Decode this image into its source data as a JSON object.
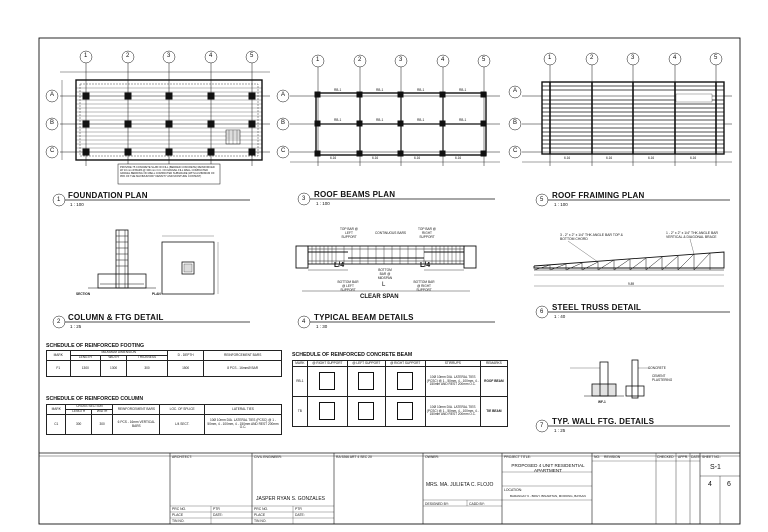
{
  "grid": {
    "cols": [
      "1",
      "2",
      "3",
      "4",
      "5"
    ],
    "rows": [
      "A",
      "B",
      "C"
    ]
  },
  "plans": {
    "foundation": {
      "num": "1",
      "title": "FOUNDATION PLAN",
      "scale": "1 : 100",
      "note": "PROVIDE 75 CONCRETE SLAB ON FILL (BEDDED CONCRETE) REINFORCED W/ 10 mm Ø BARS @ 300 mm O.C. ON GRAVEL FILL WELL COMPACTED GRAVEL BEDDING ON WELL COMPACTED SUBGRADE (WITH A MINIMUM OF 95% OF THE MAXIMUM DRY DENSITY AND MOISTURE CONTENT)"
    },
    "roof_beams": {
      "num": "3",
      "title": "ROOF BEAMS PLAN",
      "scale": "1 : 100"
    },
    "roof_framing": {
      "num": "5",
      "title": "ROOF FRAIMING PLAN",
      "scale": "1 : 100"
    },
    "column_ftg": {
      "num": "2",
      "title": "COLUMN & FTG DETAIL",
      "scale": "1 : 25",
      "section": "SECTION",
      "plan": "PLAN"
    },
    "beam_details": {
      "num": "4",
      "title": "TYPICAL BEAM DETAILS",
      "scale": "1 : 30",
      "clear_span": "CLEAR SPAN",
      "l4a": "L/4",
      "l4b": "L/4",
      "l": "L",
      "top_bar_a": "TOP BAR @ LEFT SUPPORT",
      "cont_bar": "CONTINUOUS BARS",
      "top_bar_b": "TOP BAR @ RIGHT SUPPORT",
      "bottom_bar": "BOTTOM BAR @ MIDSPAN",
      "bot_left": "BOTTOM BAR @ LEFT SUPPORT",
      "bot_right": "BOTTOM BAR @ RIGHT SUPPORT"
    },
    "truss": {
      "num": "6",
      "title": "STEEL TRUSS DETAIL",
      "scale": "1 : 40",
      "label_a": "3 - 2\" x 2\" x 1/4\" THK ANGLE BAR TOP & BOTTOM CHORD",
      "label_b": "1 - 2\" x 2\" x 1/4\" THK ANGLE BAR VERTICAL & DIAGONAL BRACE"
    },
    "wall_ftg": {
      "num": "7",
      "title": "TYP. WALL FTG. DETAILS",
      "scale": "1 : 25",
      "label": "WF-1",
      "chb": "CONCRETE",
      "pl": "CEMENT PLASTERING"
    }
  },
  "sched_footing": {
    "title": "SCHEDULE OF REINFORCED FOOTING",
    "headers": [
      "MARK",
      "LENGTH",
      "WIDTH",
      "THICKNESS",
      "D - DEPTH",
      "REINFORCEMENT BARS"
    ],
    "sub": "MAXIMUM DIMENSION",
    "rows": [
      [
        "F1",
        "1300",
        "1300",
        "300",
        "1500",
        "8 PCS - 16mmØ BAR"
      ]
    ]
  },
  "sched_column": {
    "title": "SCHEDULE OF REINFORCED COLUMN",
    "headers": [
      "MARK",
      "CROSS SECTION",
      "REINFORCEMENT BARS",
      "LOC. OF SPLICE",
      "LATERAL TIES"
    ],
    "sub": [
      "LENGTH",
      "WIDTH"
    ],
    "rows": [
      [
        "C1",
        "300",
        "300",
        "6 PCS - 16mm VERTICAL BARS",
        "L/4 SECT.",
        "10Ø 10mm DIA. LATERAL TIES (PCSC) @ 1 - 50mm, 4 - 100mm, 4 - 150mm AND REST 200mm O.C."
      ]
    ]
  },
  "sched_beam": {
    "title": "SCHEDULE OF REINFORCED CONCRETE BEAM",
    "headers": [
      "MARK",
      "@ RIGHT SUPPORT",
      "@ LEFT SUPPORT",
      "@ RIGHT SUPPORT",
      "STIRRUPS",
      "REMARKS"
    ],
    "rows": [
      [
        "RB-1",
        "",
        "",
        "",
        "10Ø 10mm DIA. LATERAL TIES (PCSC) @ 1 - 50mm, 4 - 100mm, 4 - 150mm AND REST 200mm O.C.",
        "ROOF BEAM"
      ],
      [
        "TB",
        "",
        "",
        "",
        "10Ø 10mm DIA. LATERAL TIES (PCSC) @ 1 - 50mm, 4 - 100mm, 4 - 150mm AND REST 200mm O.C.",
        "TIE BEAM"
      ]
    ]
  },
  "titleblock": {
    "architect": "ARCHITECT:",
    "civil": "CIVIL ENGINEER:",
    "engineer": "JASPER RYAN S. GONZALES",
    "code": "RA 9266 ART 4 SEC 20",
    "owner_lbl": "OWNER:",
    "owner": "MRS. MA. JULIETA C. FLOJO",
    "project_lbl": "PROJECT TITLE:",
    "project": "PROPOSED 4 UNIT RESIDENTIAL APARTMENT",
    "location_lbl": "LOCATION:",
    "location": "BARANGAY 6 - BRGY. BINARITAN, MORONG, BATAAN",
    "no": "NO:",
    "revision": "REVISION",
    "date": "DATE:",
    "checked": "CHECKED",
    "appr": "APPR.",
    "sheet_no": "SHEET NO.:",
    "sheet": "S-1",
    "page": "4",
    "total": "6",
    "designed": "DESIGNED BY:",
    "cadd": "CADD BY:",
    "prc_no": "PRC NO.",
    "ptr": "PTR",
    "place": "PLACE",
    "tin": "TIN NO."
  },
  "dims": {
    "span_a": "6.16",
    "span_b": "6.16",
    "span_c": "6.16",
    "span_d": "6.16",
    "rb": "RB-1",
    "truss_total": "9.89"
  }
}
